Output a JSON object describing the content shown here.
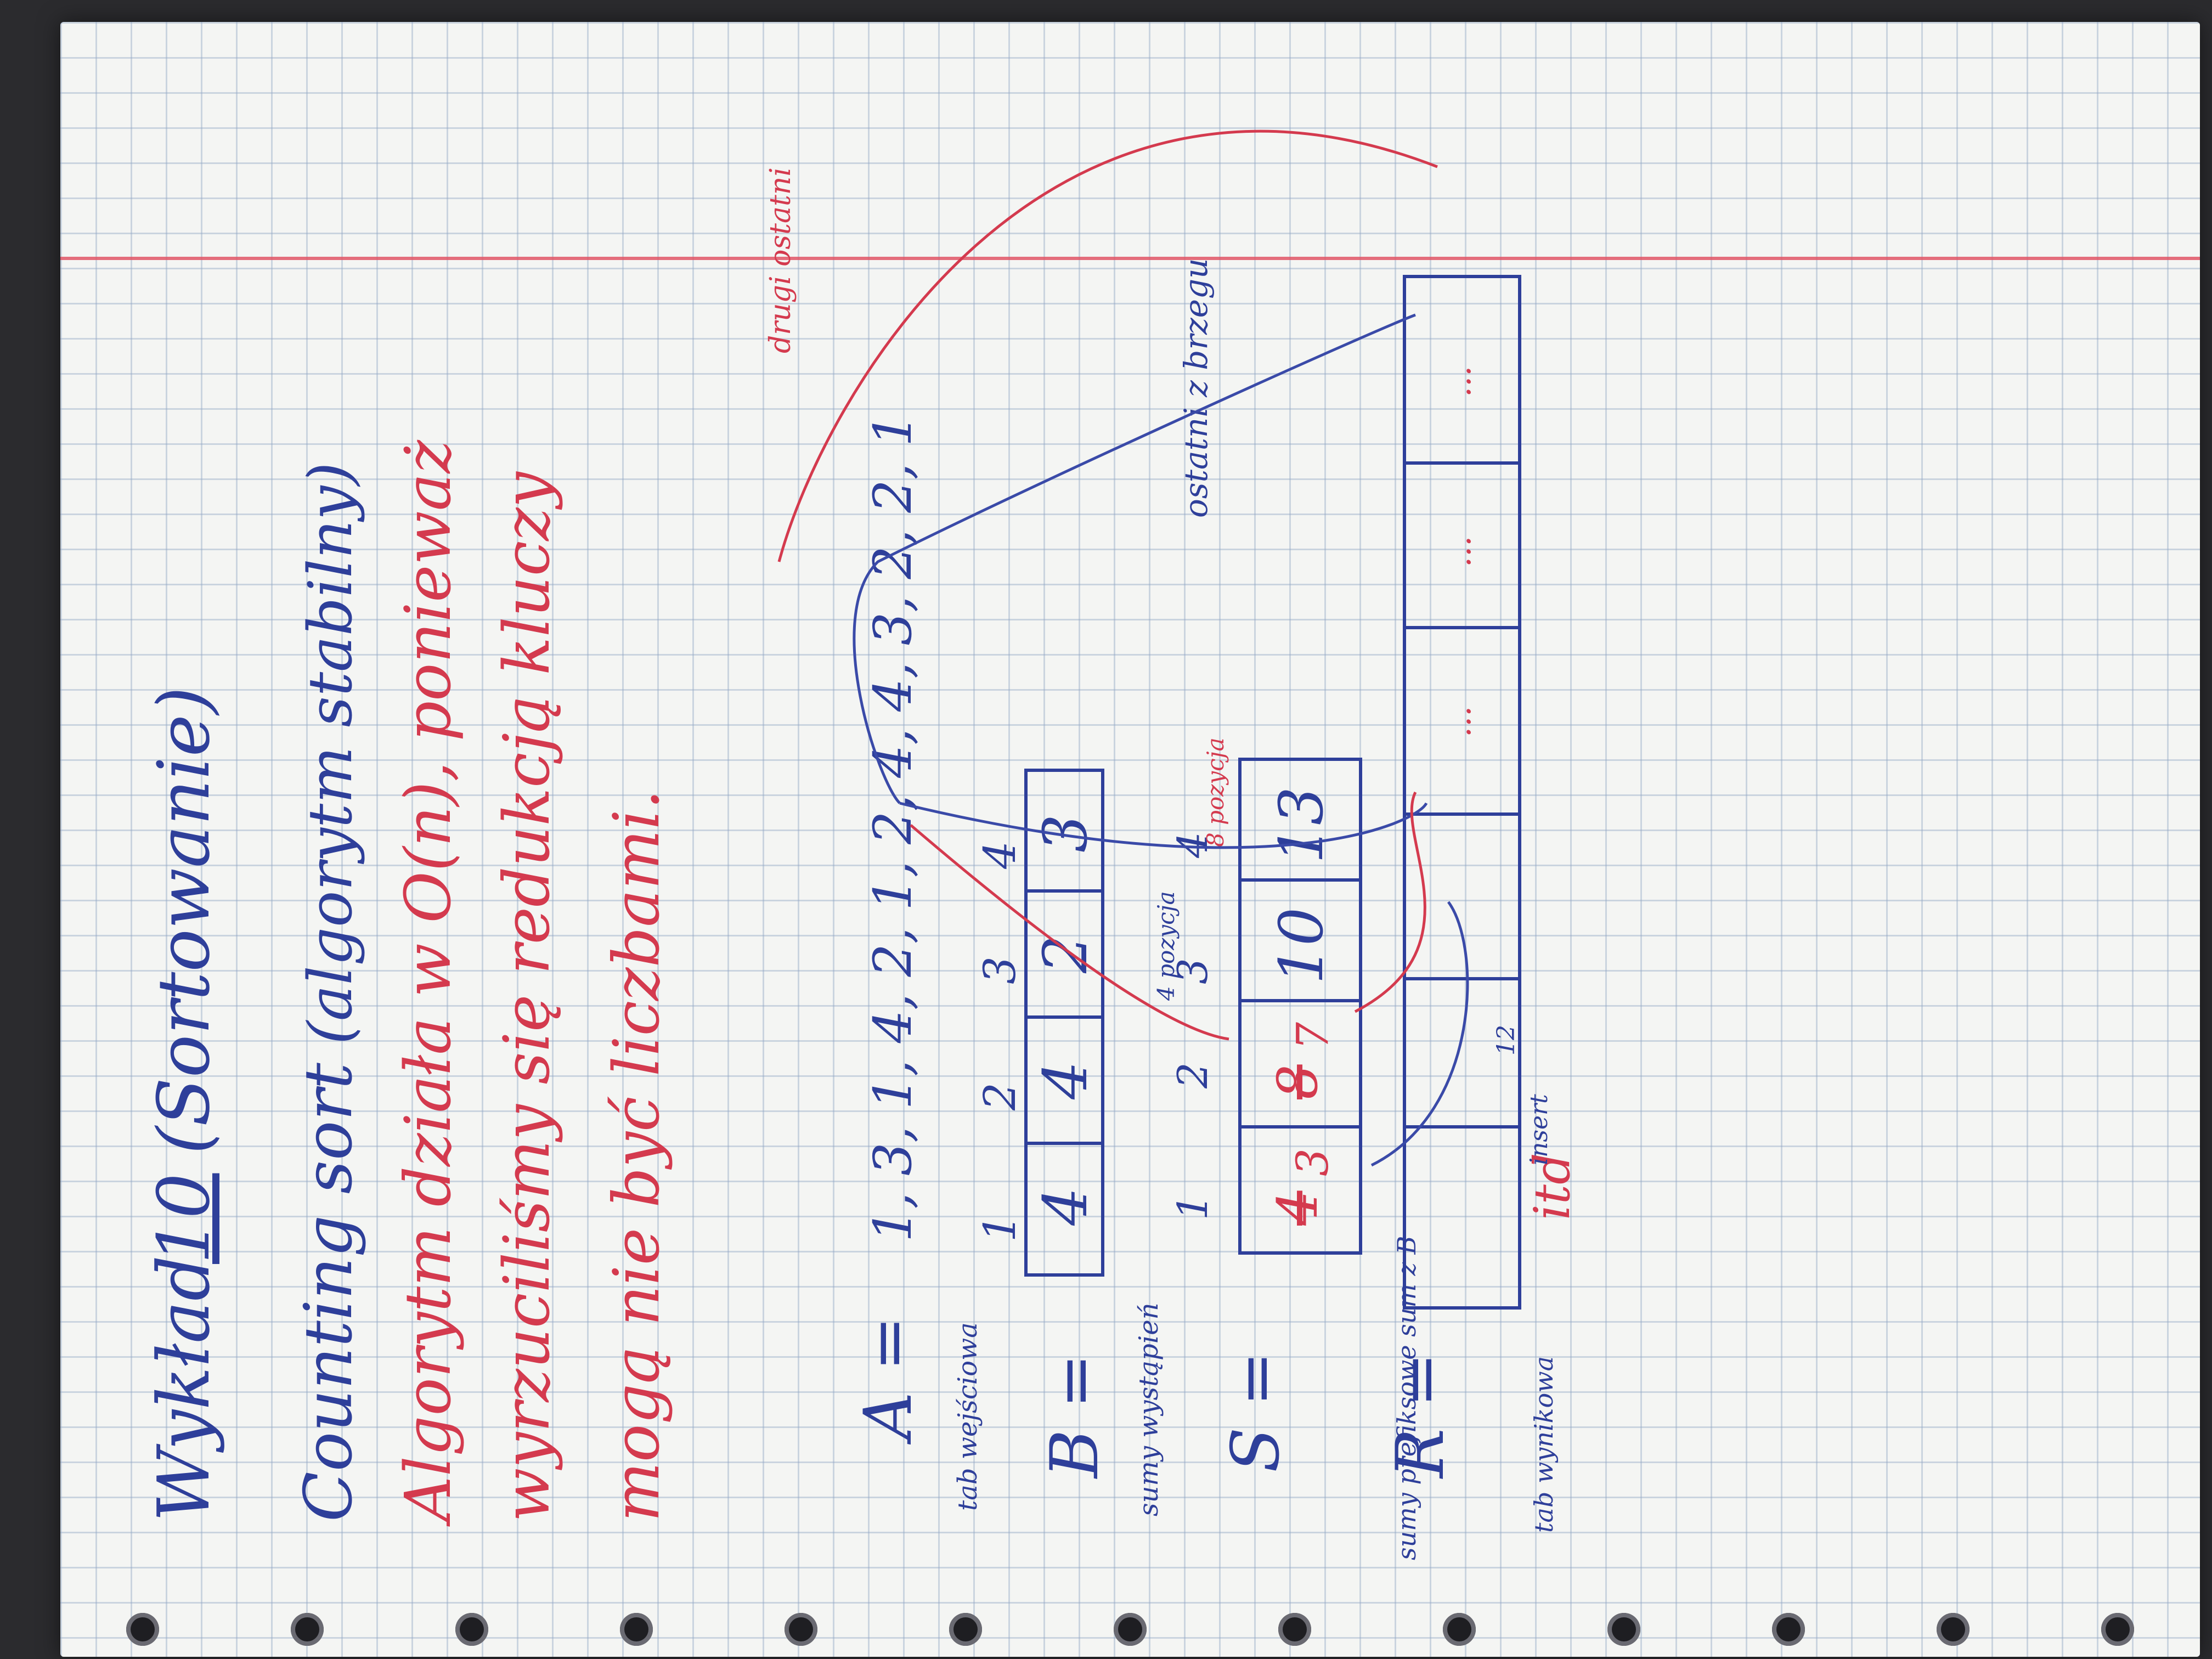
{
  "lecture": {
    "word": "Wykład",
    "number": "10",
    "topic": "(Sortowanie)"
  },
  "heading": {
    "name": "Counting sort",
    "note": "(algorytm stabilny)"
  },
  "description": {
    "line1": "Algorytm działa w O(n), ponieważ",
    "line2": "wyrzuciliśmy się redukcją kluczy",
    "line3": "mogą nie być liczbami."
  },
  "array_a": {
    "label": "A =",
    "values": "1, 3, 1, 4, 2, 1, 2, 4, 4, 3, 2, 2, 1",
    "note": "tab wejściowa"
  },
  "array_b": {
    "label": "B =",
    "indices": [
      "1",
      "2",
      "3",
      "4"
    ],
    "cells": [
      "4",
      "4",
      "2",
      "3"
    ],
    "note": "sumy wystąpień"
  },
  "array_s": {
    "label": "S =",
    "indices": [
      "1",
      "2",
      "3",
      "4"
    ],
    "cells": [
      "4",
      "8",
      "10",
      "13"
    ],
    "struck": [
      "4",
      "8",
      "",
      ""
    ],
    "replacements": [
      "3",
      "7",
      "",
      ""
    ],
    "note": "sumy prefiksowe sum z B",
    "pos_notes": [
      "4 pozycja",
      "8 pozycja"
    ]
  },
  "array_r": {
    "label": "R =",
    "note": "tab wynikowa",
    "dots": "...",
    "itd": "itd"
  },
  "annotations": {
    "ostatni": "ostatni z brzegu",
    "drugi": "drugi ostatni",
    "insert": "insert",
    "twelve": "12"
  }
}
